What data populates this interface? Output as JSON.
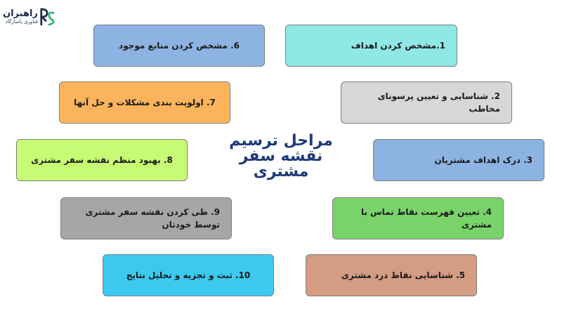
{
  "logo": {
    "name": "راهبران",
    "tagline": "فناوری پاسارگاد",
    "icon": "rs-monogram-icon",
    "colors": {
      "r": "#1f2d4e",
      "s": "#2bb673"
    }
  },
  "title": {
    "line1": "مراحل ترسیم",
    "line2": "نقشه سفر",
    "line3": "مشتری",
    "color": "#1f3a7a"
  },
  "steps": [
    {
      "label": "1.مشخص کردن اهداف",
      "color": "#8fe8e6"
    },
    {
      "label": "2. شناسایی و تعیین پرسونای مخاطب",
      "color": "#d7d7d7"
    },
    {
      "label": "3. درک اهداف مشتریان",
      "color": "#8db3e2"
    },
    {
      "label": "4. تعیین فهرست نقاط تماس با مشتری",
      "color": "#7ad36a"
    },
    {
      "label": "5. شناسایی نقاط درد مشتری",
      "color": "#d49c82"
    },
    {
      "label": "6. مشخص کردن منابع موجود",
      "color": "#8db3e2"
    },
    {
      "label": "7. اولویت بندی مشکلات و حل آنها",
      "color": "#fbb45c"
    },
    {
      "label": "8. بهبود منظم نقشه سفر مشتری",
      "color": "#c7fb74"
    },
    {
      "label": "9. طی کردن نقشه سفر مشتری توسط خودتان",
      "color": "#a6a6a6"
    },
    {
      "label": "10. ثبت و تجزیه و تحلیل نتایج",
      "color": "#3bc9ef"
    }
  ]
}
